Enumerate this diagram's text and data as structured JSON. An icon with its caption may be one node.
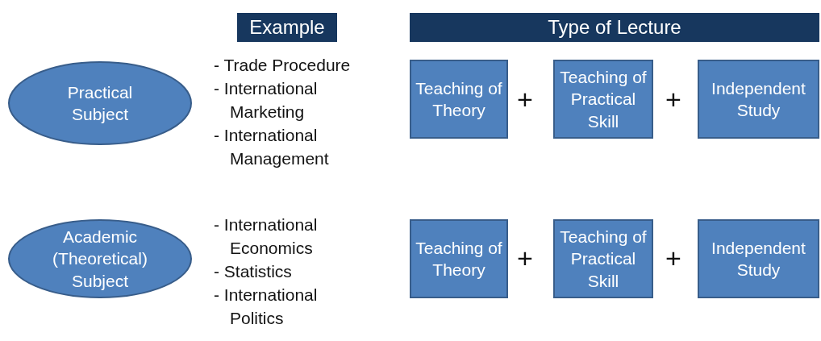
{
  "diagram": {
    "nodes": [
      {
        "text": [
          "Example"
        ]
      },
      {
        "text": [
          "Type of Lecture"
        ]
      },
      {
        "text": [
          "Practical Subject"
        ]
      },
      {
        "text": [
          "Teaching of Theory"
        ]
      },
      {
        "text": [
          "Teaching of Practical Skill"
        ]
      },
      {
        "text": [
          "Independent Study"
        ]
      },
      {
        "text": [
          "Academic (Theoretical) Subject"
        ]
      },
      {
        "text": [
          "Teaching of Theory"
        ]
      },
      {
        "text": [
          "Teaching of Practical Skill"
        ]
      },
      {
        "text": [
          "Independent Study"
        ]
      }
    ],
    "labels": [
      "- Trade Procedure",
      "- International Marketing",
      "- International Management",
      "+",
      "+",
      "- International Economics",
      "- Statistics",
      "- International Politics",
      "+",
      "+"
    ]
  }
}
